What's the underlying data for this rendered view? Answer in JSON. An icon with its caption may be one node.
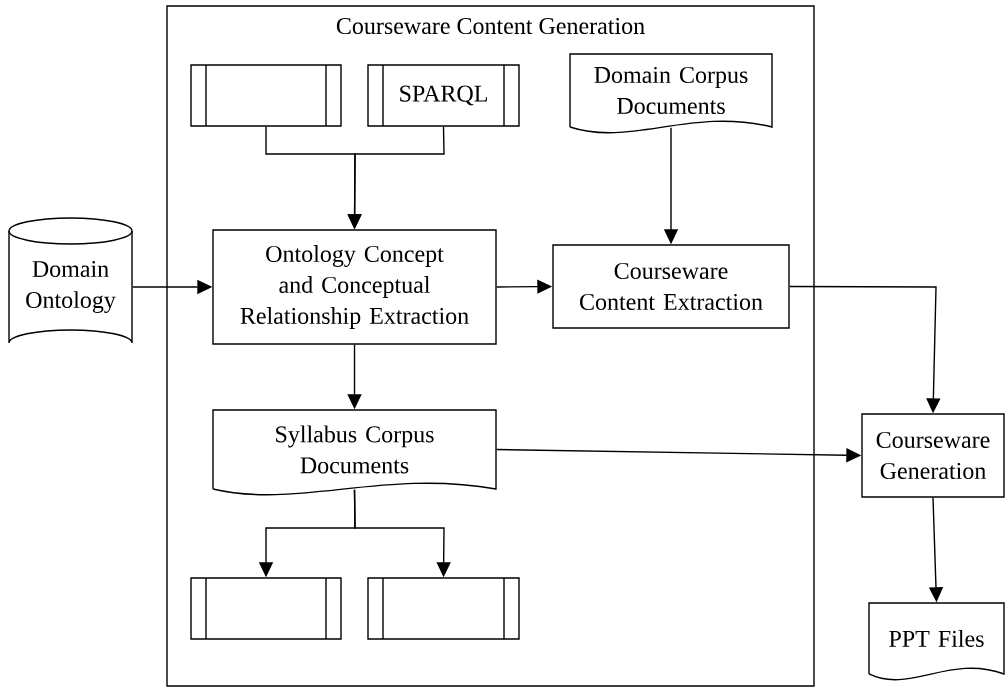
{
  "diagram": {
    "nodes": [
      {
        "text": [
          "Courseware Content Generation"
        ]
      },
      {
        "text": [],
        "shape": "box",
        "in": 0
      },
      {
        "text": [
          "SPARQL"
        ],
        "in": 0
      },
      {
        "text": [
          "Domain Corpus Documents"
        ],
        "in": 0
      },
      {
        "text": [
          "Domain Ontology"
        ]
      },
      {
        "text": [
          "Ontology Concept and Conceptual Relationship Extraction"
        ],
        "in": 0
      },
      {
        "text": [
          "Courseware Content Extraction"
        ],
        "in": 0
      },
      {
        "text": [
          "Syllabus Corpus Documents"
        ],
        "in": 0
      },
      {
        "text": [
          "Courseware Generation"
        ]
      },
      {
        "text": [],
        "shape": "box",
        "in": 0
      },
      {
        "text": [],
        "shape": "box",
        "in": 0
      },
      {
        "text": [
          "PPT Files"
        ]
      }
    ],
    "edges": [
      {
        "from": 1,
        "to": 5,
        "arrow": "to"
      },
      {
        "from": 2,
        "to": 5,
        "arrow": "to"
      },
      {
        "from": 3,
        "to": 6,
        "arrow": "to"
      },
      {
        "from": 4,
        "to": 5,
        "arrow": "to"
      },
      {
        "from": 5,
        "to": 6,
        "arrow": "to"
      },
      {
        "from": 5,
        "to": 7,
        "arrow": "to"
      },
      {
        "from": 6,
        "to": 8,
        "arrow": "to"
      },
      {
        "from": 7,
        "to": 8,
        "arrow": "to"
      },
      {
        "from": 7,
        "to": 9,
        "arrow": "to"
      },
      {
        "from": 7,
        "to": 10,
        "arrow": "to"
      },
      {
        "from": 8,
        "to": 11,
        "arrow": "to"
      }
    ]
  }
}
